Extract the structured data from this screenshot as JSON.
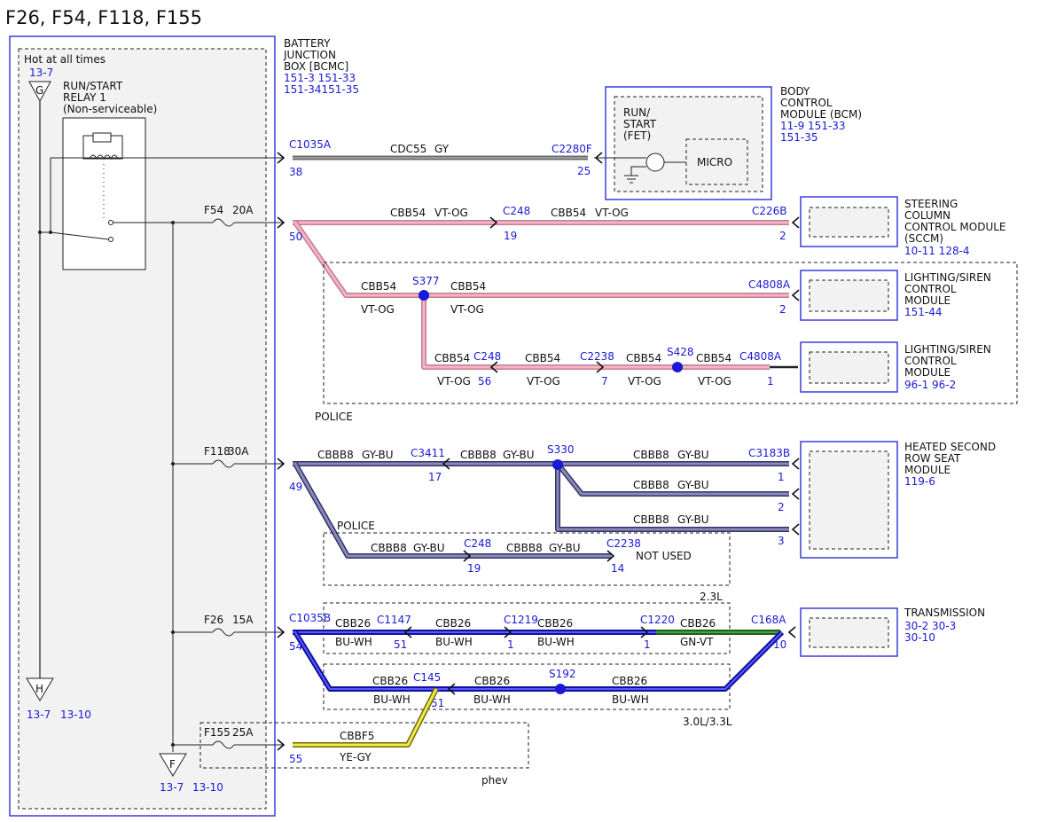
{
  "title": "F26, F54, F118, F155",
  "colors": {
    "link_blue": "#1a1ad6",
    "box_blue": "#3b3bdc",
    "wire_gray": "#7a7a7a",
    "wire_pink": "#e8a0b4",
    "wire_gybu": "#6e6e9a",
    "wire_buwh": "#1a1ad6",
    "wire_gnvt": "#2e7d2e",
    "wire_yegy": "#e6e23a",
    "panel_fill": "#f2f2f2"
  },
  "left_panel": {
    "hot_label": "Hot at all times",
    "ground_g": {
      "ref": "13-7",
      "letter": "G"
    },
    "relay": {
      "lines": [
        "RUN/START",
        "RELAY 1",
        "(Non-serviceable)"
      ]
    },
    "ground_h": {
      "letter": "H",
      "refs": [
        "13-7",
        "13-10"
      ]
    },
    "ground_f": {
      "letter": "F",
      "refs": [
        "13-7",
        "13-10"
      ]
    },
    "fuses": [
      {
        "name": "F54",
        "rating": "20A"
      },
      {
        "name": "F118",
        "rating": "30A"
      },
      {
        "name": "F26",
        "rating": "15A"
      },
      {
        "name": "F155",
        "rating": "25A"
      }
    ]
  },
  "bjb": {
    "lines": [
      "BATTERY",
      "JUNCTION",
      "BOX [BCMC]"
    ],
    "refs": [
      "151-3  151-33",
      "151-34151-35"
    ]
  },
  "bcm": {
    "lines": [
      "BODY",
      "CONTROL",
      "MODULE (BCM)"
    ],
    "refs": [
      "11-9    151-33",
      "151-35"
    ],
    "runstart": [
      "RUN/",
      "START",
      "(FET)"
    ],
    "micro": "MICRO"
  },
  "modules": {
    "sccm": {
      "lines": [
        "STEERING",
        "COLUMN",
        "CONTROL MODULE",
        "(SCCM)"
      ],
      "refs": [
        "10-11 128-4"
      ]
    },
    "lsc1": {
      "lines": [
        "LIGHTING/SIREN",
        "CONTROL",
        "MODULE"
      ],
      "refs": [
        "151-44"
      ]
    },
    "lsc2": {
      "lines": [
        "LIGHTING/SIREN",
        "CONTROL",
        "MODULE"
      ],
      "refs": [
        "96-1   96-2"
      ]
    },
    "heated": {
      "lines": [
        "HEATED SECOND",
        "ROW SEAT",
        "MODULE"
      ],
      "refs": [
        "119-6"
      ]
    },
    "trans": {
      "lines": [
        "TRANSMISSION"
      ],
      "refs": [
        "30-2   30-3",
        "30-10"
      ]
    }
  },
  "connectors": {
    "c1035a": "C1035A",
    "c1035a_pin": "38",
    "c2280f": "C2280F",
    "c2280f_pin": "25",
    "f54_pin": "50",
    "c248a": "C248",
    "c248a_pin": "19",
    "c226b": "C226B",
    "c226b_pin": "2",
    "s377": "S377",
    "c4808a_1": "C4808A",
    "c4808a_1_pin": "2",
    "c248b": "C248",
    "c248b_pin": "56",
    "c2238a": "C2238",
    "c2238a_pin": "7",
    "s428": "S428",
    "c4808a_2": "C4808A",
    "c4808a_2_pin": "1",
    "f118_pin": "49",
    "c3411": "C3411",
    "c3411_pin": "17",
    "s330": "S330",
    "c3183b": "C3183B",
    "c3183b_pins": [
      "1",
      "2",
      "3"
    ],
    "c248c": "C248",
    "c248c_pin": "19",
    "c2238b": "C2238",
    "c2238b_pin": "14",
    "not_used": "NOT USED",
    "c1035b": "C1035B",
    "c1035b_pin": "54",
    "c1147": "C1147",
    "c1147_pin": "51",
    "c1219": "C1219",
    "c1219_pin": "1",
    "c1220": "C1220",
    "c1220_pin": "1",
    "c168a": "C168A",
    "c168a_pin": "10",
    "c145": "C145",
    "c145_pin": "51",
    "s192": "S192",
    "f155_pin": "55"
  },
  "wires": {
    "cdc55": "CDC55",
    "gy": "GY",
    "cbb54": "CBB54",
    "vtog": "VT-OG",
    "cbbb8": "CBBB8",
    "gybu": "GY-BU",
    "cbb26": "CBB26",
    "buwh": "BU-WH",
    "gnvt": "GN-VT",
    "cbbf5": "CBBF5",
    "yegy": "YE-GY"
  },
  "groups": {
    "police1": "POLICE",
    "police2": "POLICE",
    "l23": "2.3L",
    "l30": "3.0L/3.3L",
    "phev": "phev"
  }
}
